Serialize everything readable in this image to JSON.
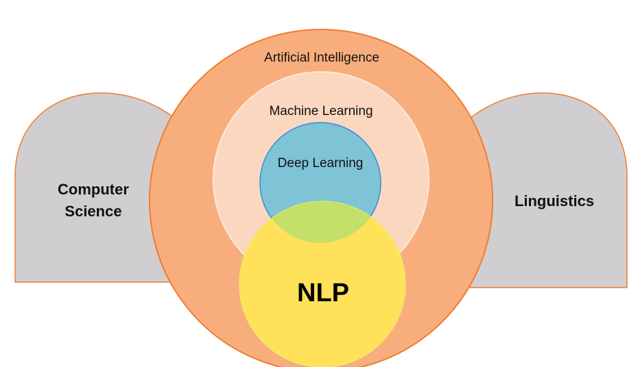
{
  "diagram": {
    "colors": {
      "side_fill": "#d0ced0",
      "side_stroke": "#ed7d31",
      "ai_fill": "#f8ae7c",
      "ai_stroke": "#ed7d31",
      "ml_fill": "#fbd7c0",
      "ml_stroke": "#fde9dc",
      "dl_fill": "#7ec3d6",
      "dl_stroke": "#2e8fd8",
      "nlp_fill": "#ffe15a",
      "nlp_stroke": "#f2e86a",
      "overlap_fill": "#c4e06a"
    },
    "labels": {
      "ai": "Artificial Intelligence",
      "ml": "Machine Learning",
      "dl": "Deep Learning",
      "nlp": "NLP",
      "cs_line1": "Computer",
      "cs_line2": "Science",
      "ling": "Linguistics"
    }
  }
}
